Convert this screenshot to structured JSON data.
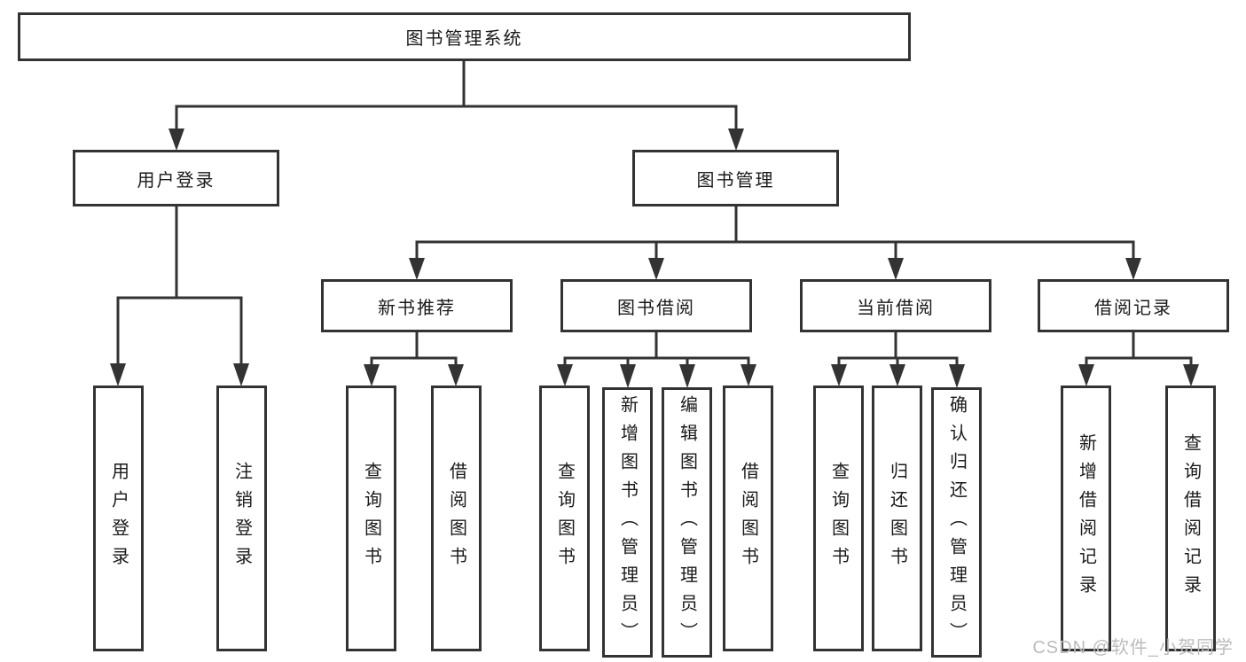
{
  "style": {
    "line_color": "#333333",
    "box_border_color": "#333333",
    "text_color": "#1a1a1a",
    "watermark_color": "#bcbcbc",
    "background_color": "#ffffff"
  },
  "watermark": {
    "text": "CSDN @软件_小贺同学"
  },
  "tree": {
    "label": "图书管理系统",
    "children": [
      {
        "label": "用户登录",
        "children": [
          {
            "label": "用户登录"
          },
          {
            "label": "注销登录"
          }
        ]
      },
      {
        "label": "图书管理",
        "children": [
          {
            "label": "新书推荐",
            "children": [
              {
                "label": "查询图书"
              },
              {
                "label": "借阅图书"
              }
            ]
          },
          {
            "label": "图书借阅",
            "children": [
              {
                "label": "查询图书"
              },
              {
                "label": "新增图书（管理员）"
              },
              {
                "label": "编辑图书（管理员）"
              },
              {
                "label": "借阅图书"
              }
            ]
          },
          {
            "label": "当前借阅",
            "children": [
              {
                "label": "查询图书"
              },
              {
                "label": "归还图书"
              },
              {
                "label": "确认归还（管理员）"
              }
            ]
          },
          {
            "label": "借阅记录",
            "children": [
              {
                "label": "新增借阅记录"
              },
              {
                "label": "查询借阅记录"
              }
            ]
          }
        ]
      }
    ]
  }
}
